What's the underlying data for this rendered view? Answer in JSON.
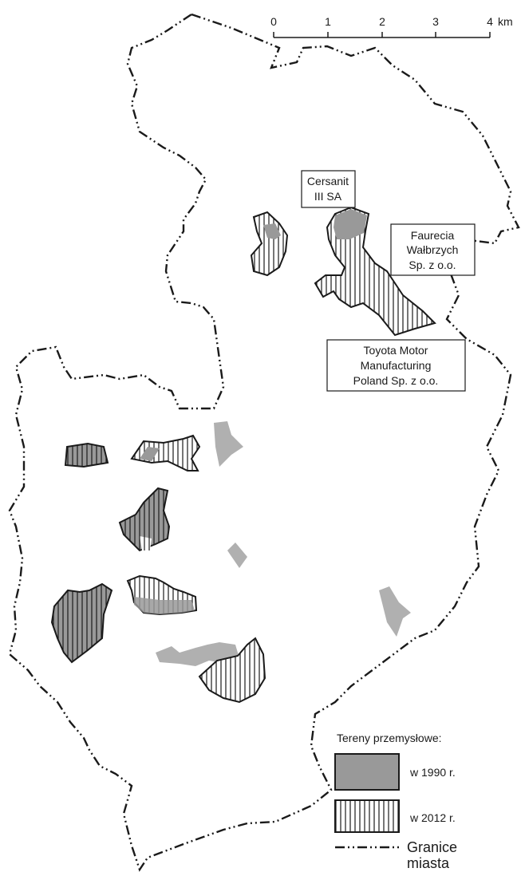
{
  "scale_bar": {
    "ticks": [
      "0",
      "1",
      "2",
      "3",
      "4"
    ],
    "unit": "km"
  },
  "labels": {
    "cersanit": [
      "Cersanit",
      "III SA"
    ],
    "faurecia": [
      "Faurecia",
      "Wałbrzych",
      "Sp. z o.o."
    ],
    "toyota": [
      "Toyota Motor",
      "Manufacturing",
      "Poland Sp. z o.o."
    ]
  },
  "legend": {
    "title": "Tereny przemysłowe:",
    "item_1990": "w 1990 r.",
    "item_2012": "w 2012 r.",
    "border_line1": "Granice",
    "border_line2": "miasta"
  },
  "colors": {
    "industrial_1990": "#999999",
    "hatch_2012": "#1a1a1a",
    "border": "#1a1a1a"
  }
}
